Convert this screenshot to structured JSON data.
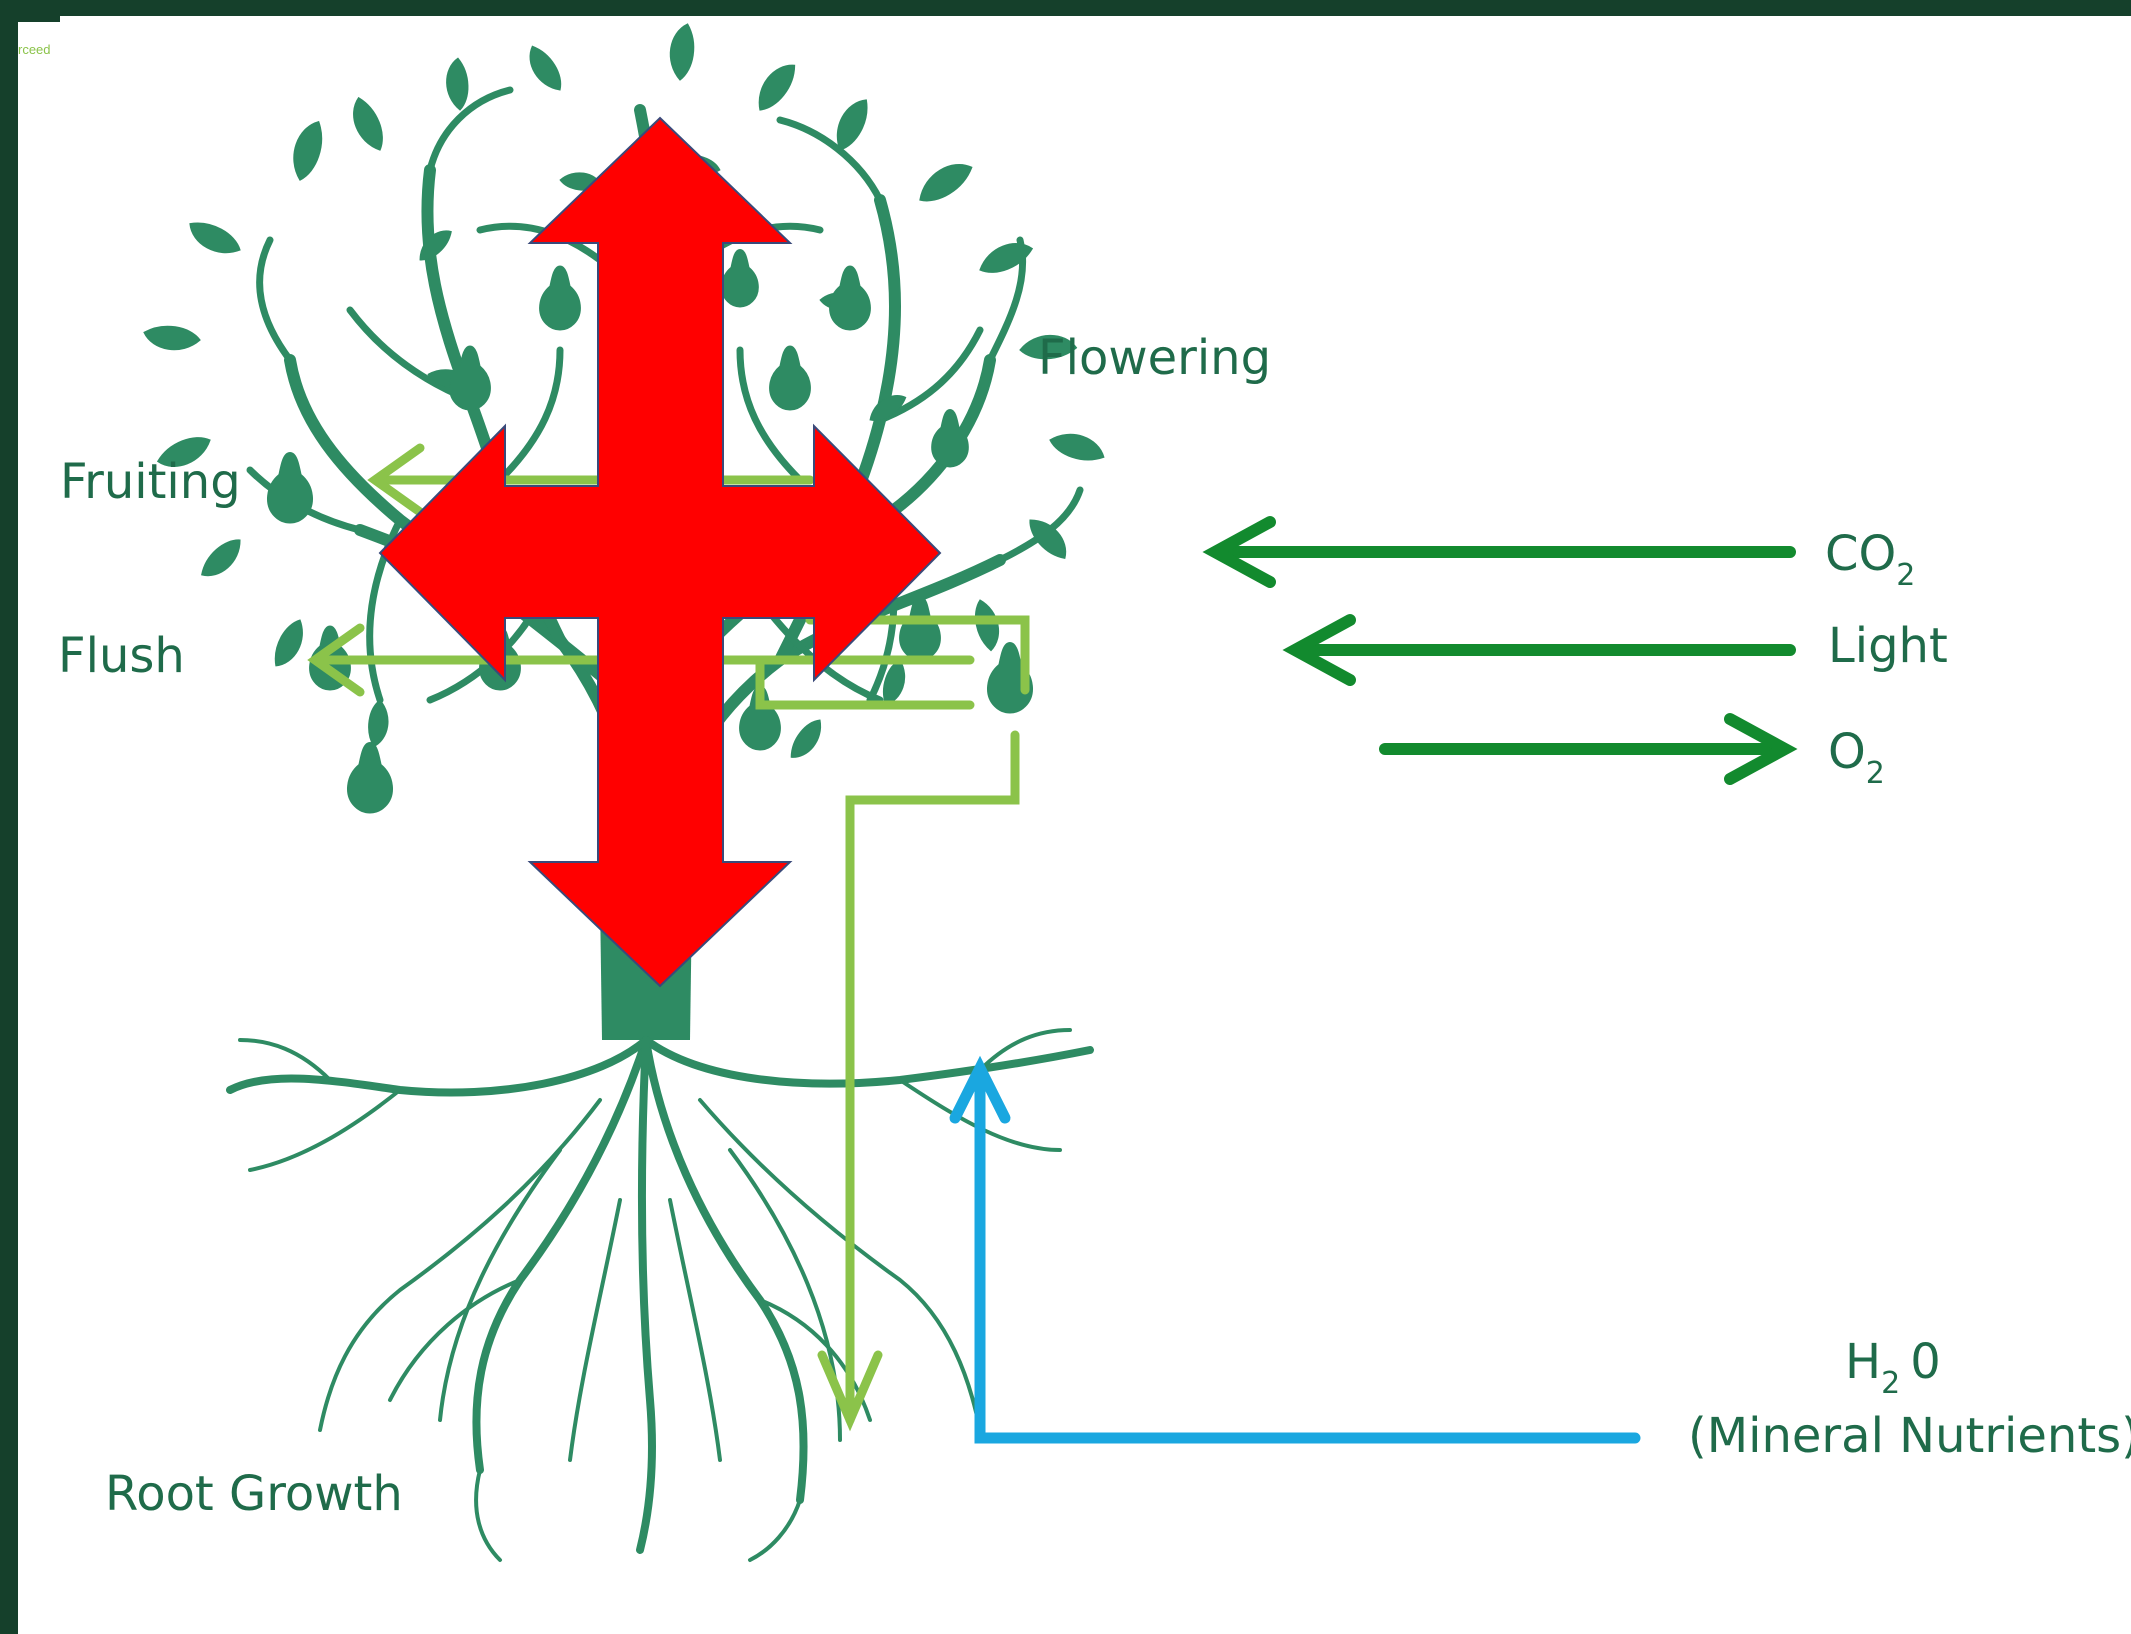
{
  "corner_text": "rceed",
  "labels": {
    "flowering": "Flowering",
    "fruiting": "Fruiting",
    "flush": "Flush",
    "root_growth": "Root Growth",
    "co2_main": "CO",
    "co2_sub": "2",
    "light": "Light",
    "o2_main": "O",
    "o2_sub": "2",
    "h2o_h": "H",
    "h2o_sub": "2",
    "h2o_rest": "0",
    "mineral": "(Mineral Nutrients)"
  },
  "colors": {
    "frame": "#15402b",
    "tree": "#2e8b63",
    "light_green": "#8bc34a",
    "dark_green": "#128a2e",
    "water_blue": "#1aa7e0",
    "red_arrow": "#ff0000",
    "label": "#1f6b4a"
  },
  "icons": {
    "tree": "tree-icon",
    "four_way_arrow": "four-way-arrow-icon"
  }
}
